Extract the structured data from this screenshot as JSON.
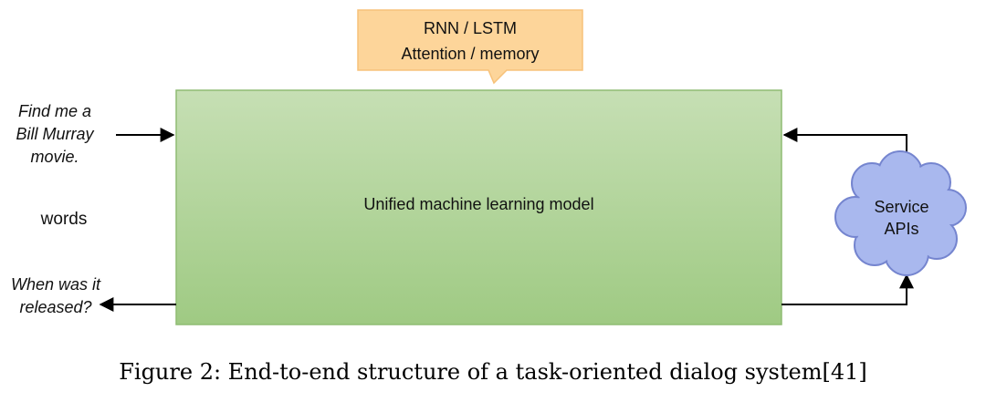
{
  "callout": {
    "line1": "RNN / LSTM",
    "line2": "Attention / memory",
    "fill": "#fdd59a",
    "stroke": "#f7c27a"
  },
  "model": {
    "label": "Unified machine learning model",
    "fill_top": "#c6dfb4",
    "fill_bottom": "#9fca83",
    "stroke": "#8fbc73"
  },
  "input": {
    "line1": "Find me a",
    "line2": "Bill Murray",
    "line3": "movie."
  },
  "side_label": "words",
  "output": {
    "line1": "When was it",
    "line2": "released?"
  },
  "service": {
    "line1": "Service",
    "line2": "APIs",
    "fill": "#a9b8ee",
    "stroke": "#7585cf"
  },
  "caption": "Figure 2: End-to-end structure of a task-oriented dialog system[41]",
  "colors": {
    "arrow": "#000000"
  }
}
